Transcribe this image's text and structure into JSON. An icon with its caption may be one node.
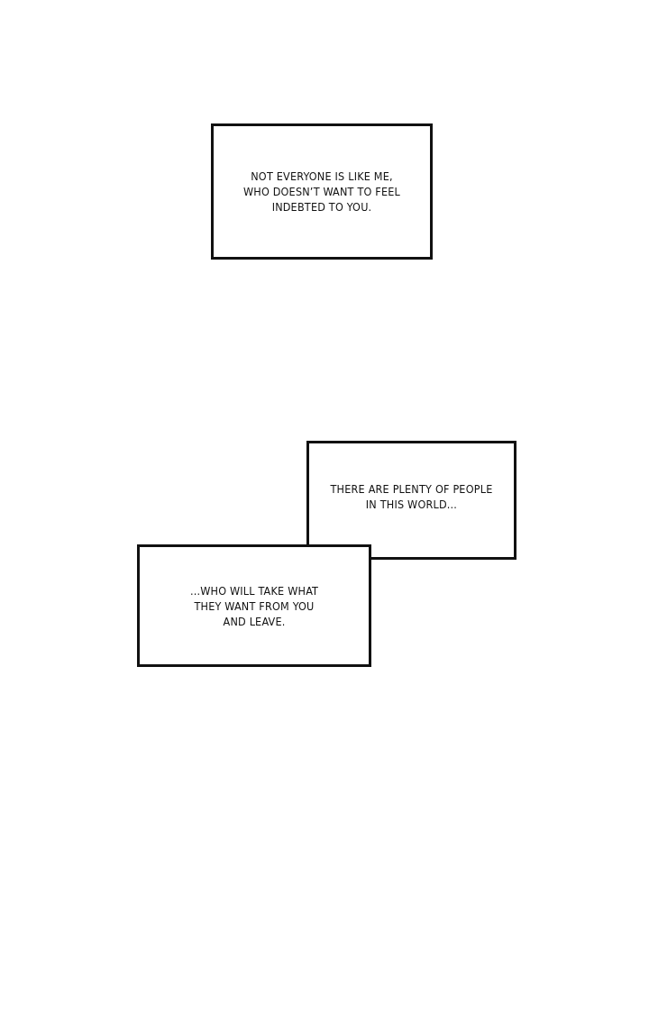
{
  "diagram": {
    "nodes": [
      {
        "text": [
          "NOT EVERYONE IS LIKE ME, WHO DOESN’T WANT TO FEEL INDEBTED TO YOU."
        ]
      },
      {
        "text": [
          "THERE ARE PLENTY OF PEOPLE IN THIS WORLD..."
        ]
      },
      {
        "text": [
          "...WHO WILL TAKE WHAT THEY WANT FROM YOU AND LEAVE."
        ]
      }
    ]
  }
}
